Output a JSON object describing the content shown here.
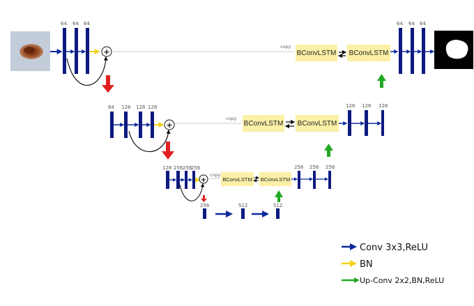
{
  "image_labels": {
    "input_image": "skin lesion photo",
    "output_image": "segmentation mask"
  },
  "level1": {
    "enc_filters": [
      "64",
      "64",
      "64"
    ],
    "dec_filters": [
      "64",
      "64",
      "64"
    ],
    "copy": "copy",
    "lstm": [
      "BConvLSTM",
      "BConvLSTM"
    ]
  },
  "level2": {
    "enc_filters": [
      "64",
      "128",
      "128",
      "128"
    ],
    "dec_filters": [
      "128",
      "128",
      "128"
    ],
    "copy": "copy",
    "lstm": [
      "BConvLSTM",
      "BConvLSTM"
    ]
  },
  "level3": {
    "enc_filters": [
      "128",
      "256",
      "256",
      "256"
    ],
    "dec_filters": [
      "256",
      "256",
      "256"
    ],
    "copy": "copy",
    "lstm": [
      "BConvLSTM",
      "BConvLSTM"
    ]
  },
  "bottleneck": {
    "filters": [
      "256",
      "512",
      "512"
    ]
  },
  "legend": {
    "conv": "Conv 3x3,ReLU",
    "bn": "BN",
    "upconv": "Up-Conv 2x2,BN,ReLU"
  },
  "colors": {
    "conv_arrow": "#0d2a9c",
    "bn_arrow": "#f2d21a",
    "upconv_arrow": "#22a822",
    "pool_arrow": "#e02020",
    "bar": "#0d1a80",
    "lstm_box": "#fbf0a6"
  },
  "icons": {
    "plus": "+"
  }
}
